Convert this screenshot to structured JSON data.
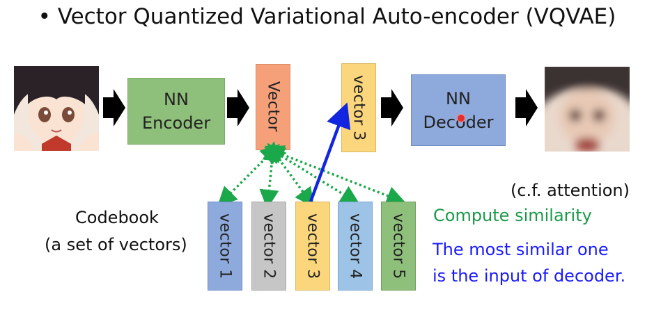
{
  "title": "• Vector Quantized Variational Auto-encoder (VQVAE)",
  "encoder_label": "NN\nEncoder",
  "decoder_label": "NN\nDecoder",
  "vector_label": "Vector",
  "selected_vector_label": "vector 3",
  "codebook": {
    "label_line1": "Codebook",
    "label_line2": "(a set of vectors)",
    "vectors": [
      "vector 1",
      "vector 2",
      "vector 3",
      "vector 4",
      "vector 5"
    ]
  },
  "notes": {
    "cf": "(c.f. attention)",
    "similarity": "Compute similarity",
    "most_similar_1": "The most similar one",
    "most_similar_2": "is the input of decoder."
  },
  "colors": {
    "similarity_text": "#1a9a48",
    "most_similar_text": "#1a1aff",
    "dotted_arrows": "#1aa84a",
    "selection_arrow": "#1226e0"
  }
}
